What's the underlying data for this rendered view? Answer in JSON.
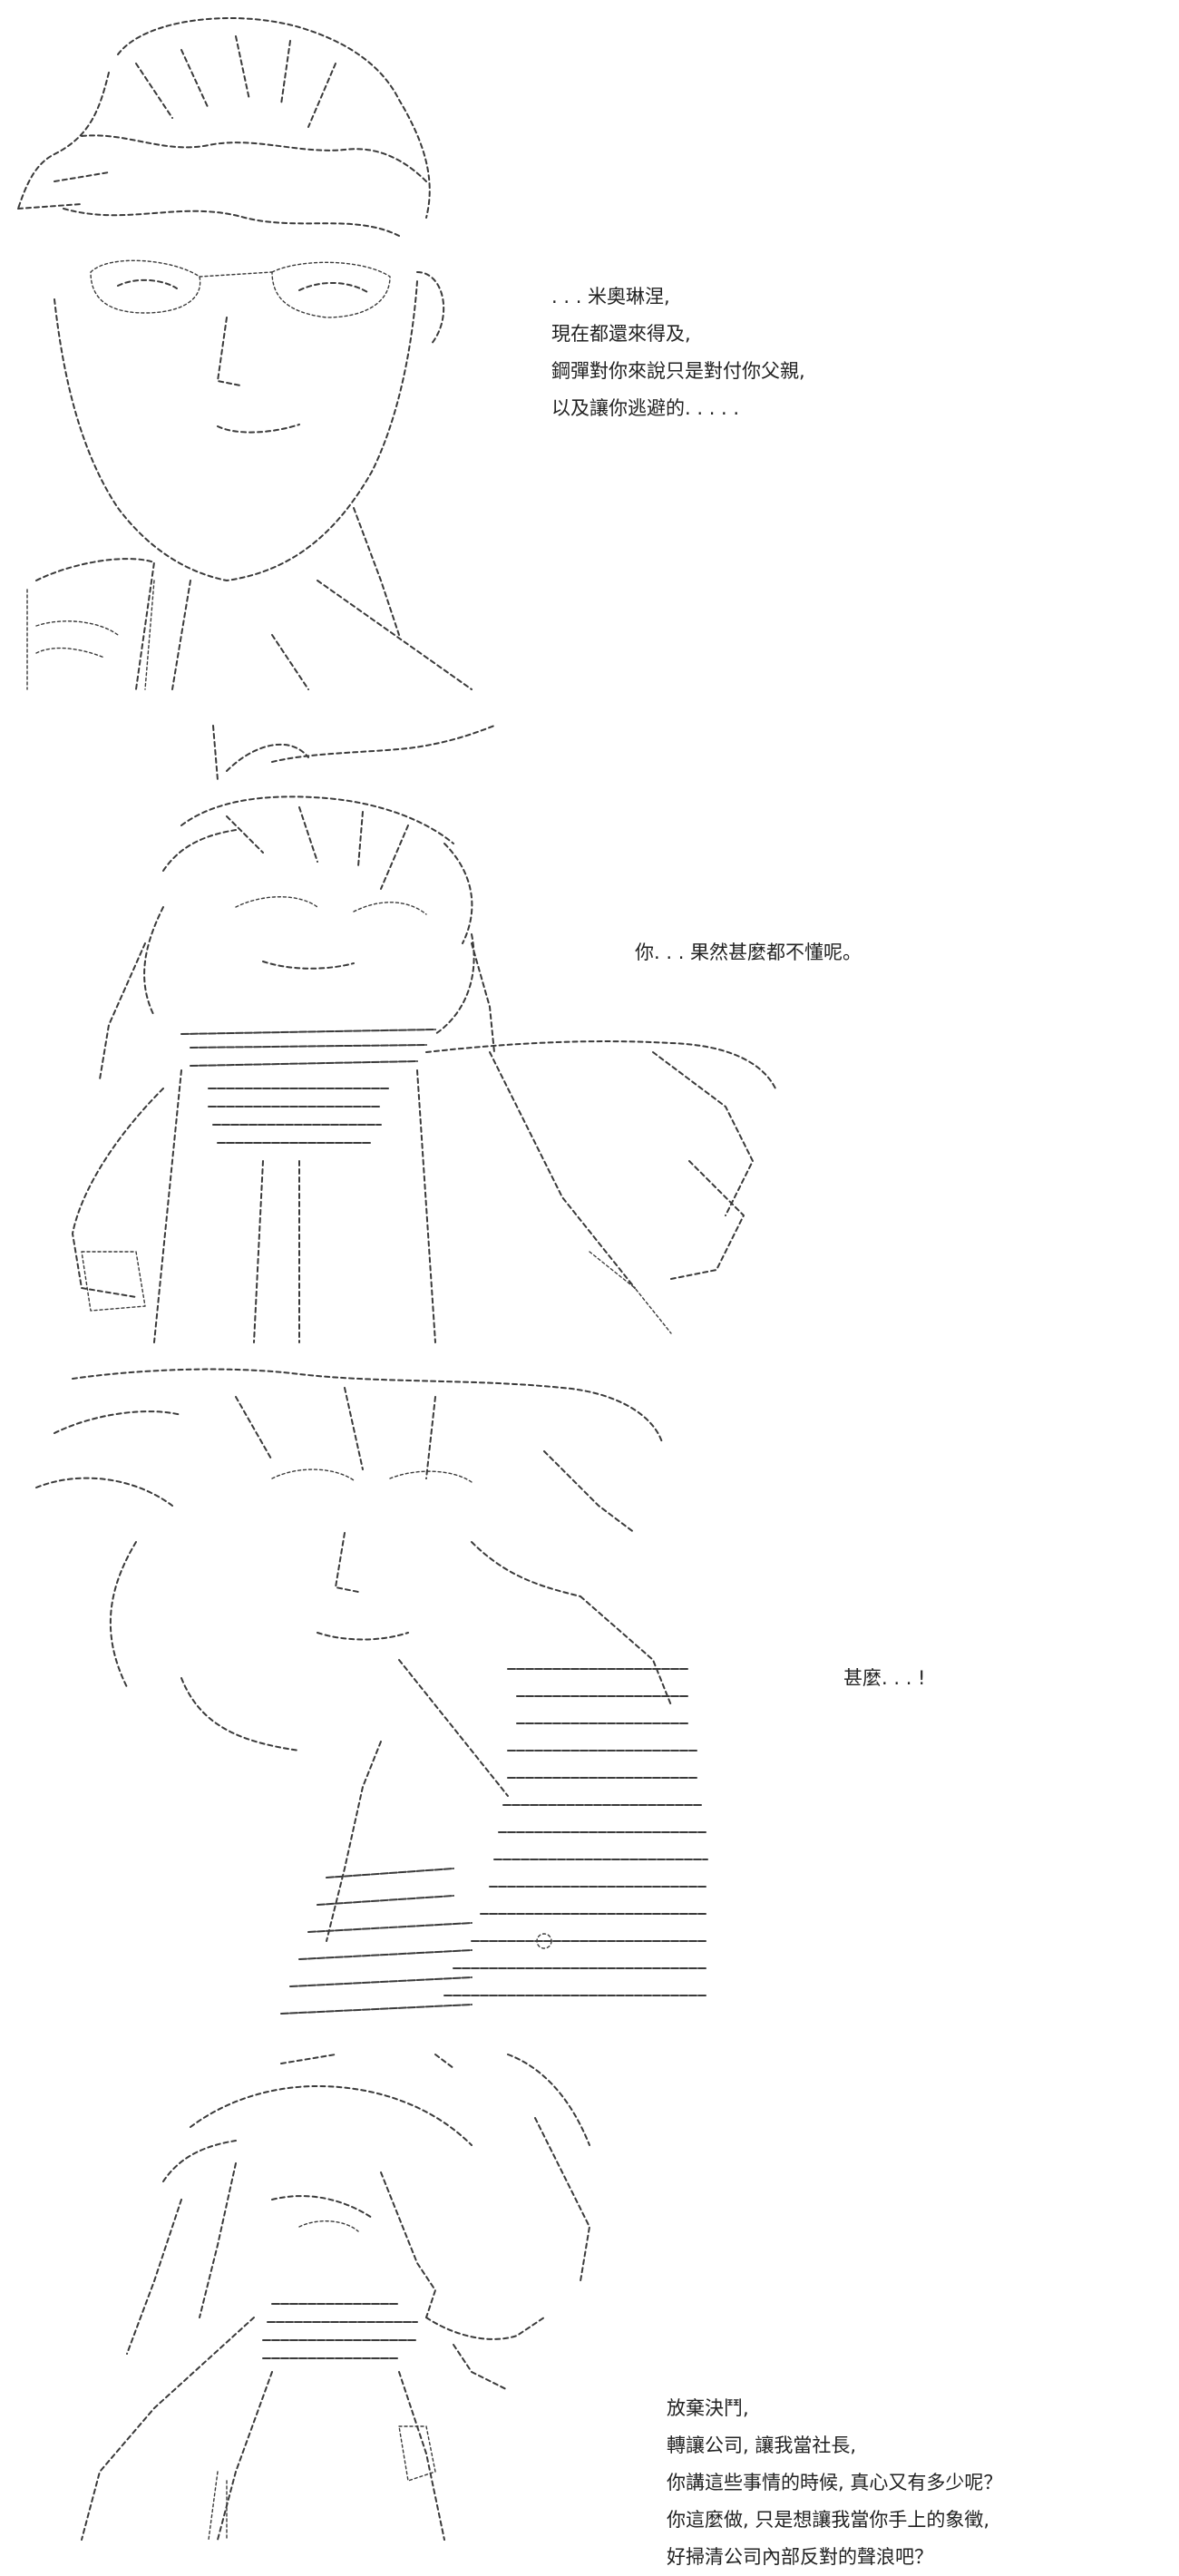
{
  "panels": [
    {
      "dialogue": [
        ". . . 米奧琳涅,",
        "現在都還來得及,",
        "鋼彈對你來說只是對付你父親,",
        "以及讓你逃避的. . . . ."
      ]
    },
    {
      "dialogue": [
        "你. . . 果然甚麼都不懂呢。"
      ]
    },
    {
      "dialogue": [
        "甚麼. . . !"
      ]
    },
    {
      "dialogue": [
        "放棄決鬥,",
        "轉讓公司, 讓我當社長,",
        "你講這些事情的時候, 真心又有多少呢？",
        "你這麼做, 只是想讓我當你手上的象徵,",
        "好掃清公司內部反對的聲浪吧？"
      ]
    }
  ],
  "colors": {
    "background": "#ffffff",
    "ink": "#222222",
    "art_ink": "#3a3a3a"
  }
}
